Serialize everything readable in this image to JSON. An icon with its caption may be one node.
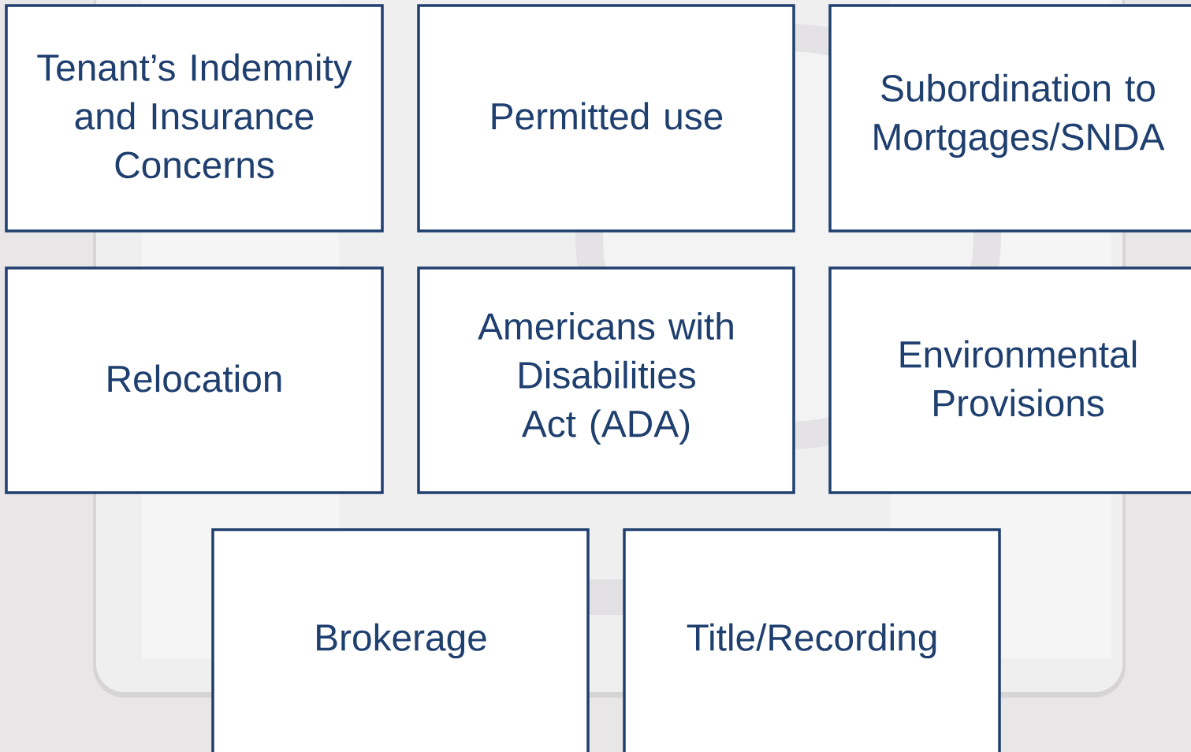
{
  "diagram": {
    "nodes": [
      {
        "text": [
          "Tenant’s Indemnity and Insurance Concerns"
        ]
      },
      {
        "text": [
          "Permitted use"
        ]
      },
      {
        "text": [
          "Subordination to Mortgages/SNDA"
        ]
      },
      {
        "text": [
          "Relocation"
        ]
      },
      {
        "text": [
          "Americans with Disabilities Act (ADA)"
        ]
      },
      {
        "text": [
          "Environmental Provisions"
        ]
      },
      {
        "text": [
          "Brokerage"
        ]
      },
      {
        "text": [
          "Title/Recording"
        ]
      }
    ]
  }
}
